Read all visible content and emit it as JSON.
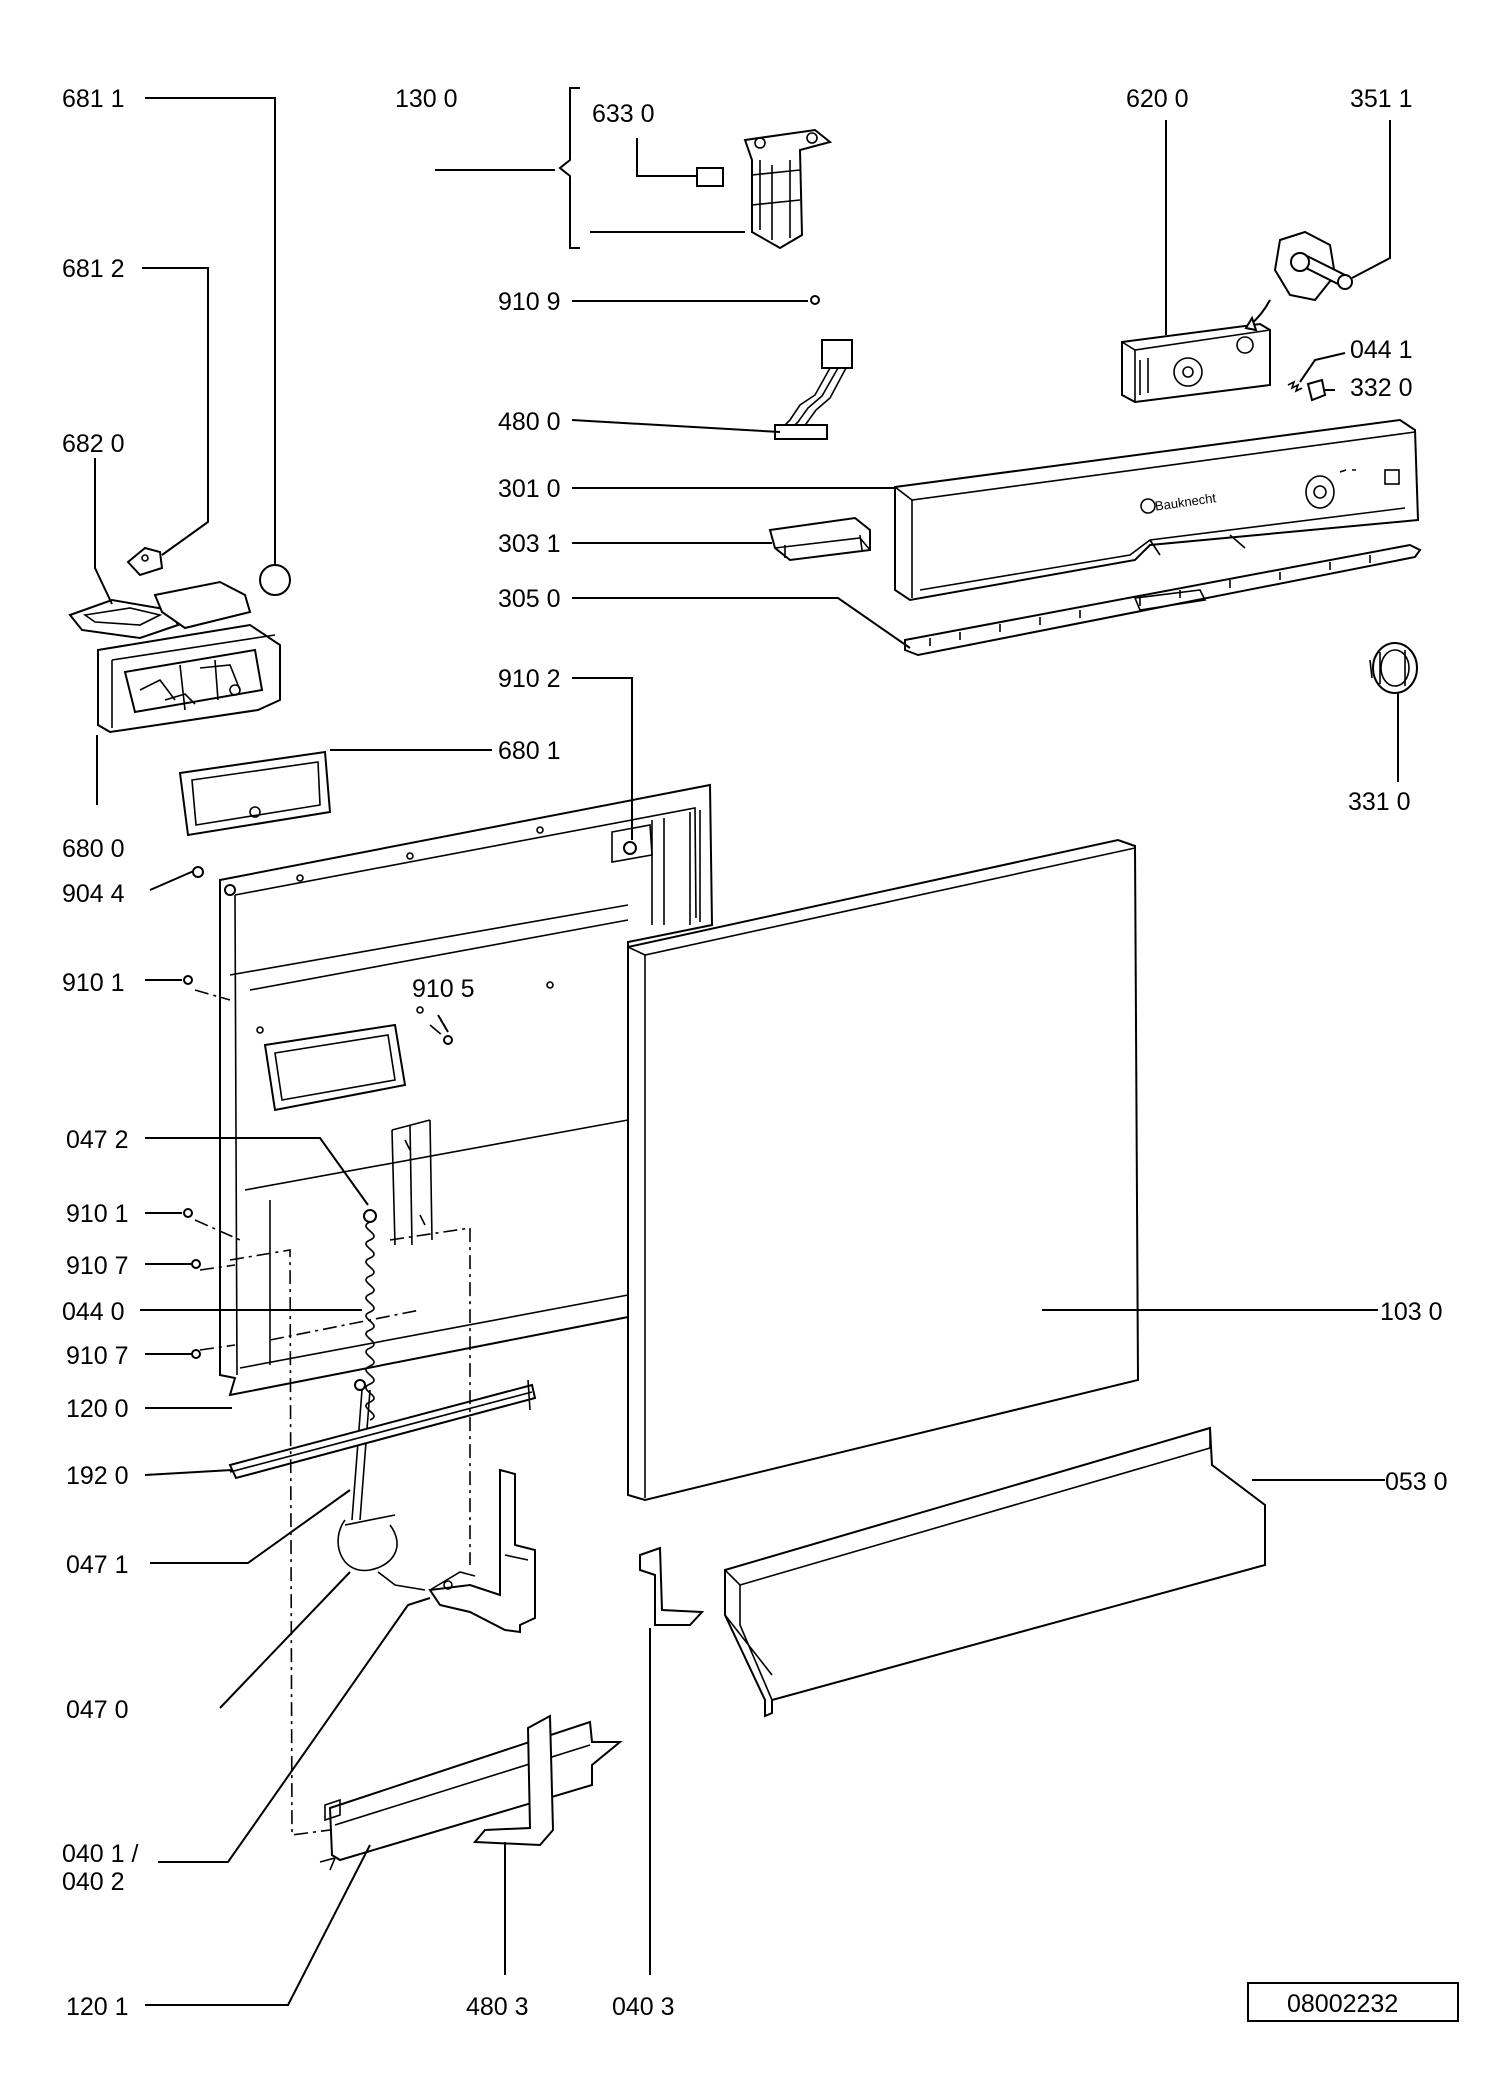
{
  "labels": {
    "l6811": "681 1",
    "l1300": "130 0",
    "l6330": "633 0",
    "l6200": "620 0",
    "l3511": "351 1",
    "l6812": "681 2",
    "l9109": "910 9",
    "l0441": "044 1",
    "l3320": "332 0",
    "l6820": "682 0",
    "l4800": "480 0",
    "l3010": "301 0",
    "l3031": "303 1",
    "l3050": "305 0",
    "l9102": "910 2",
    "l6801": "680 1",
    "l3310": "331 0",
    "l6800": "680 0",
    "l9044": "904 4",
    "l9101a": "910 1",
    "l9105": "910 5",
    "l0472": "047 2",
    "l9101b": "910 1",
    "l9107a": "910 7",
    "l0440": "044 0",
    "l1030": "103 0",
    "l9107b": "910 7",
    "l1200": "120 0",
    "l1920": "192 0",
    "l0530": "053 0",
    "l0471": "047 1",
    "l0470": "047 0",
    "l0401a": "040 1 /",
    "l0401b": "040 2",
    "l1201": "120 1",
    "l4803": "480 3",
    "l0403": "040 3"
  },
  "brand": "Bauknecht",
  "reference_number": "08002232"
}
